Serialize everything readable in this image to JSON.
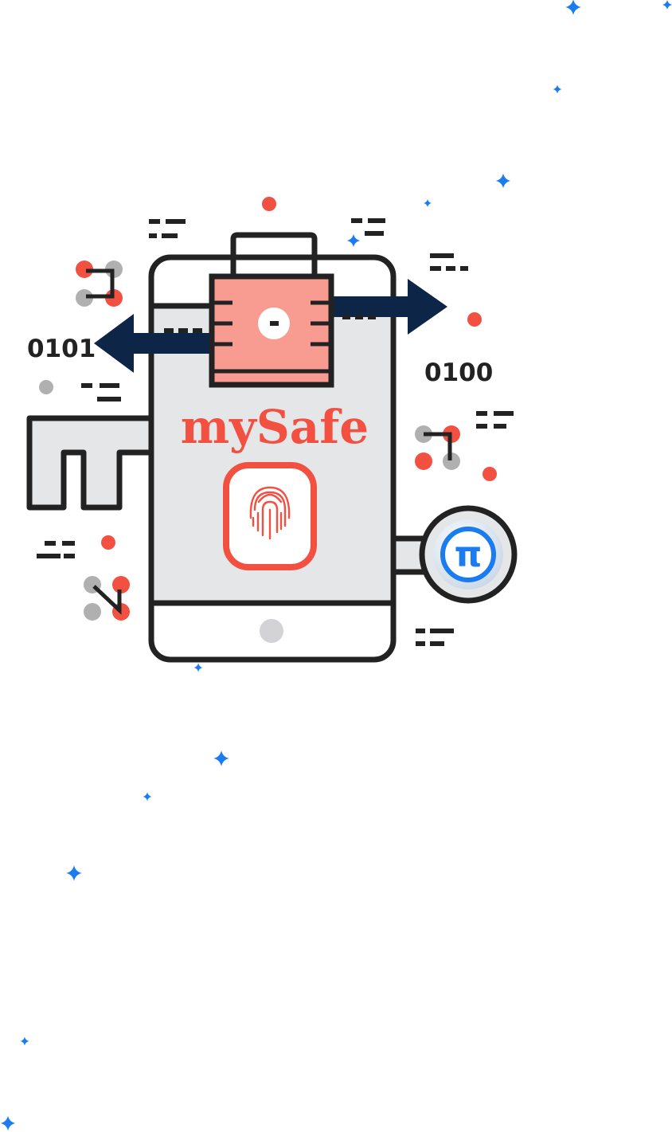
{
  "illustration": {
    "app_name": "mySafe",
    "binary_left": "0101",
    "binary_right": "0100",
    "badge_symbol": "π",
    "colors": {
      "outline": "#222222",
      "red": "#f25041",
      "salmon": "#f89b90",
      "navy": "#0d2547",
      "light_gray": "#e5e6e8",
      "mid_gray": "#b0b0b0",
      "blue": "#1a7cf0"
    },
    "icons": [
      "padlock-icon",
      "fingerprint-icon",
      "key-icon",
      "pi-coin-icon",
      "sparkle-icon",
      "arrow-icon"
    ]
  }
}
